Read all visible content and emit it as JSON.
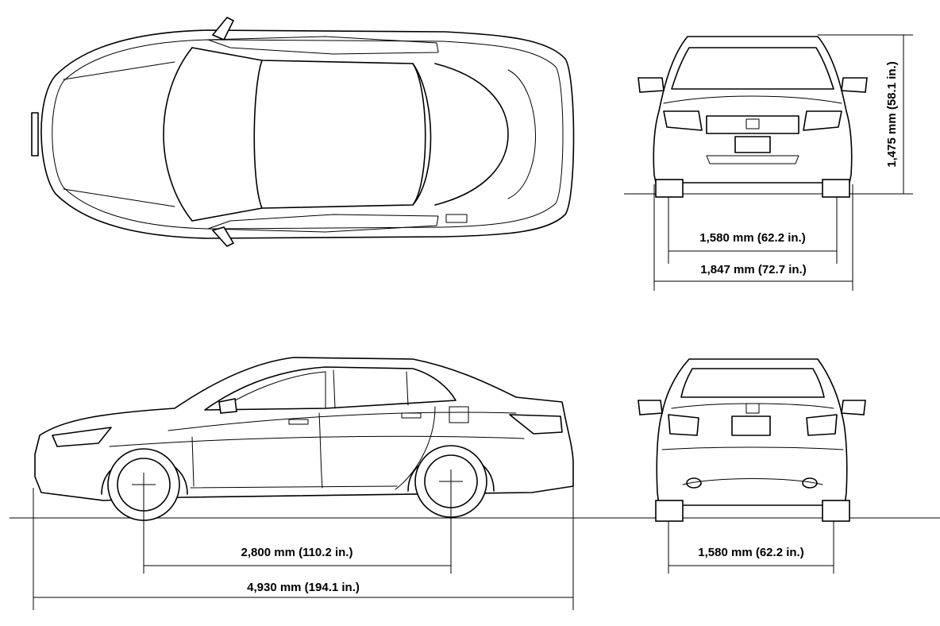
{
  "dimensions": {
    "front_track": "1,580 mm (62.2 in.)",
    "overall_width": "1,847 mm (72.7 in.)",
    "overall_height": "1,475 mm (58.1 in.)",
    "wheelbase": "2,800 mm (110.2 in.)",
    "overall_length": "4,930 mm (194.1 in.)",
    "rear_track": "1,580 mm (62.2 in.)"
  }
}
